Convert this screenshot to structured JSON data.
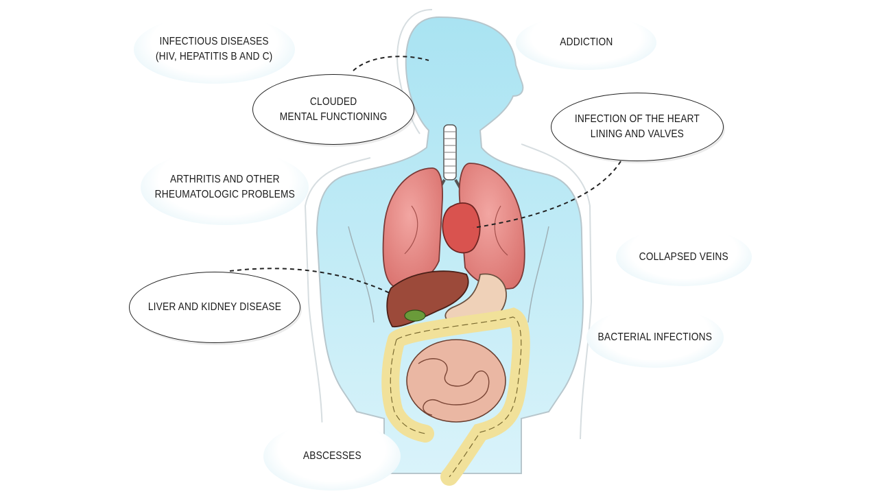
{
  "labels": {
    "infectious": "INFECTIOUS DISEASES\n(HIV, HEPATITIS B AND C)",
    "addiction": "ADDICTION",
    "clouded": "CLOUDED\nMENTAL FUNCTIONING",
    "heart": "INFECTION OF THE HEART\nLINING AND VALVES",
    "arthritis": "ARTHRITIS AND OTHER\nRHEUMATOLOGIC PROBLEMS",
    "collapsed": "COLLAPSED VEINS",
    "liver": "LIVER AND KIDNEY DISEASE",
    "bacterial": "BACTERIAL INFECTIONS",
    "abscesses": "ABSCESSES"
  },
  "colors": {
    "body_fill": "#bdeaf5",
    "lung": "#e98a8a",
    "heart": "#d9534f",
    "liver": "#9c4a3a",
    "intestine_small": "#eab7a3",
    "intestine_large": "#f1e19a",
    "stomach": "#efd1b8",
    "gallbladder": "#6a9b3a"
  }
}
